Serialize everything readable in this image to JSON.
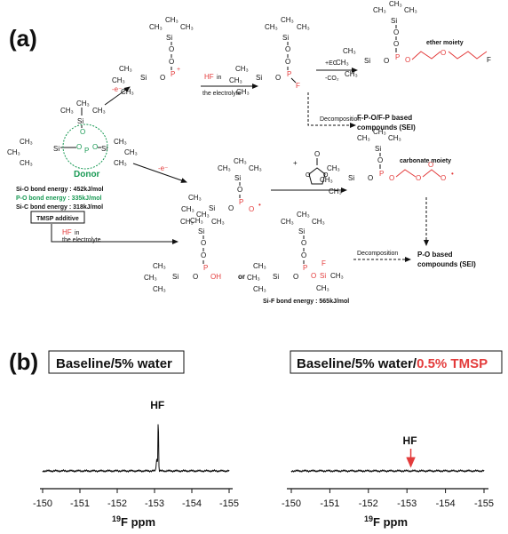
{
  "panel_a": {
    "label": "(a)",
    "tmsp": {
      "me3": "CH₃",
      "donor": "Donor",
      "label": "TMSP additive"
    },
    "energies": [
      "Si-O bond energy : 452kJ/mol",
      "P-O bond energy : 335kJ/mol",
      "Si-C bond energy : 318kJ/mol"
    ],
    "e_minus_1": "-e⁻",
    "e_minus_2": "-e⁻",
    "hf_1": "HF",
    "hf_1_suffix": "in",
    "hf_1_line2": "the electrolyte",
    "hf_2": "HF",
    "hf_2_suffix": "in",
    "hf_2_line2": "the electrolyte",
    "ec_top": "+EC",
    "ec_bot": "-CO₂",
    "ether_label": "ether moiety",
    "carbonate_label": "carbonate moiety",
    "decomp_1": "Decomposition",
    "decomp_2": "Decomposition",
    "sei_1": [
      "F-P-O/F-P based",
      "compounds (SEI)"
    ],
    "sei_2": [
      "P-O based",
      "compounds (SEI)"
    ],
    "or_label": "or",
    "sif_energy": "Si-F bond energy : 565kJ/mol",
    "plus": "+"
  },
  "panel_b": {
    "label": "(b)",
    "left_title": "Baseline/5% water",
    "right_title_black": "Baseline/5% water/",
    "right_title_red": "0.5% TMSP",
    "peak_label": "HF",
    "arrow_label": "HF",
    "ticks": [
      "-150",
      "-151",
      "-152",
      "-153",
      "-154",
      "-155"
    ],
    "xlabel_sup": "19",
    "xlabel": "F ppm"
  },
  "colors": {
    "red": "#e33b3b",
    "green": "#1a9a55"
  },
  "spectra": {
    "x_range": [
      -150,
      -155
    ],
    "left": {
      "peak_ppm": -153.1,
      "peak_height": 1.0,
      "shoulder_ppm": -153.12,
      "shoulder_height": 0.22
    },
    "right": {
      "arrow_ppm": -153.1,
      "peak_height": 0.0
    }
  }
}
